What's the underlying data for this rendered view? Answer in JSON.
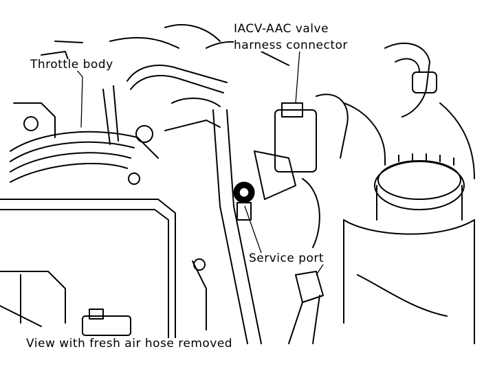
{
  "labels": {
    "throttle_body": "Throttle body",
    "iacv_line1": "IACV-AAC valve",
    "iacv_line2": "harness connector",
    "service_port": "Service port",
    "caption": "View with fresh air hose removed"
  },
  "colors": {
    "ink": "#000000",
    "background": "#ffffff"
  }
}
